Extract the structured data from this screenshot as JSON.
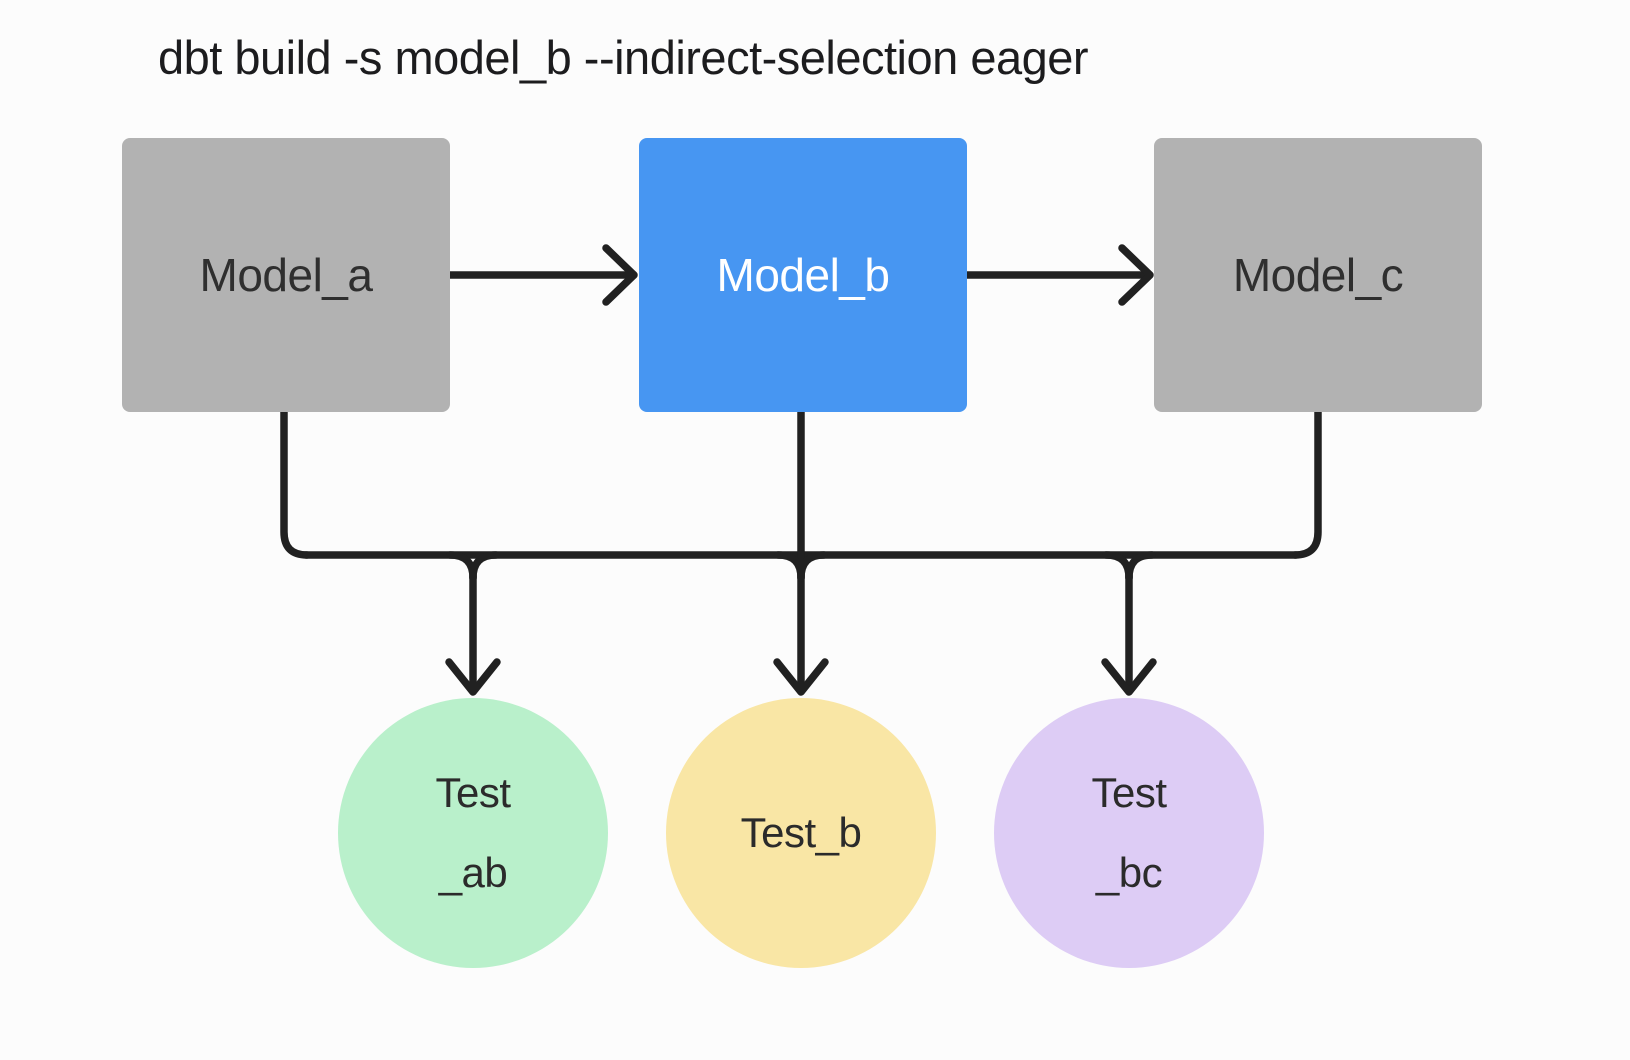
{
  "title": "dbt build -s model_b --indirect-selection eager",
  "connectors": {
    "color": "#212121"
  },
  "nodes": {
    "model_a": {
      "label": "Model_a",
      "fill": "#b2b2b2",
      "text_color": "#2f2f2f"
    },
    "model_b": {
      "label": "Model_b",
      "fill": "#4796f2",
      "text_color": "#ffffff"
    },
    "model_c": {
      "label": "Model_c",
      "fill": "#b2b2b2",
      "text_color": "#2f2f2f"
    },
    "test_ab": {
      "line1": "Test",
      "line2": "_ab",
      "fill": "#b9f0cb",
      "text_color": "#2b2b2b"
    },
    "test_b": {
      "line1": "Test_b",
      "fill": "#f9e6a5",
      "text_color": "#2b2b2b"
    },
    "test_bc": {
      "line1": "Test",
      "line2": "_bc",
      "fill": "#ddccf5",
      "text_color": "#2b2b2b"
    }
  }
}
